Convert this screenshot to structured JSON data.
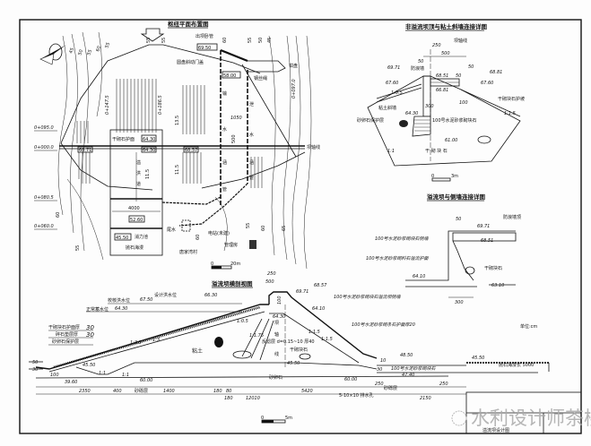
{
  "plan": {
    "title": "枢纽平面布置图",
    "labels": {
      "outlet_pipe": "出坝卧管",
      "gate": "圆盘斜动门盖",
      "wire": "钢丝绳",
      "pulley": "钳盘",
      "dry_rock": "干砌石护面",
      "spillway_a": "溢",
      "spillway_b": "洪",
      "spillway_c": "道",
      "pipe_a": "输",
      "pipe_b": "水",
      "pipe_c": "涵",
      "pipe_d": "管",
      "pipe_e": "泄",
      "pipe_f": "水",
      "pipe_g": "涵",
      "pipe_h": "管",
      "stilling": "消力池",
      "riprap": "抛石海漫",
      "outlet": "尾水",
      "power": "电站(未建)",
      "mgmt": "管理房",
      "village": "唐家湾村",
      "axis": "坝轴线"
    },
    "elevations": [
      "69.50",
      "58.00",
      "64.30",
      "64.30",
      "68.57",
      "68.71",
      "52.60",
      "45.50"
    ],
    "stations": [
      "0+095.0",
      "0+000.0",
      "0+080.5",
      "0+060.0",
      "0+147.5",
      "0+186.5",
      "0+097.0"
    ],
    "dims": [
      "13.5",
      "11.5",
      "11.5",
      "4000",
      "1050",
      "500"
    ],
    "contours": [
      "45",
      "50",
      "55",
      "60",
      "55",
      "55",
      "55",
      "60",
      "55",
      "50",
      "45",
      "55",
      "60",
      "60",
      "55",
      "60",
      "65"
    ],
    "scale": {
      "zero": "0",
      "max": "20m"
    }
  },
  "detail1": {
    "title": "非溢流坝顶与粘土斜墙连接详图",
    "labels": {
      "axis": "坝轴线",
      "parapet": "防浪墙",
      "dry_slope": "干砌块石护坡",
      "sand_layer": "砂卵石保护层",
      "clay": "粘土斜墙",
      "mortar": "100号水泥砂浆砌块石",
      "dry_stone": "干 砌 块 石"
    },
    "elevations": [
      "69.71",
      "68.51",
      "68.81",
      "67.60",
      "67.60",
      "66.81",
      "64.30",
      "61.00"
    ],
    "dims": [
      "250",
      "500",
      "50",
      "50",
      "50",
      "100",
      "300"
    ],
    "slopes": [
      "1:3.5",
      "1:1.5",
      "1:1"
    ],
    "scale": {
      "zero": "0",
      "max": "3m"
    }
  },
  "detail2": {
    "title": "溢流坝与侧墙连接详图",
    "labels": {
      "parapet": "防浪墙顶",
      "side_wall": "100号水泥砂浆砌块石侧墙",
      "surface": "100号水泥砂浆砌料石溢流护面",
      "dry_stone": "干砌块石"
    },
    "elevations": [
      "69.71",
      "68.51",
      "64.10",
      "63.10"
    ],
    "dims": [
      "50",
      "300"
    ]
  },
  "section": {
    "title": "溢流坝横剖视图",
    "labels": {
      "check_flood": "校核洪水位",
      "design_flood": "设计洪水位",
      "normal": "正常蓄水位",
      "layer1": "干砌块石护面厚",
      "layer1_val": "30",
      "layer2": "碎石垫层厚",
      "layer2_val": "30",
      "layer3": "砂卵石保护层",
      "clay": "粘土",
      "filter": "反滤层 d=0.15~10 厚40",
      "dry_stone": "干砌块石",
      "sand_gravel": "砂卵石",
      "sand_gravel2": "砂砾层",
      "mortar_wall": "100号水泥砂浆砌块石溢流坝侧墙",
      "mortar_face": "100号水泥砂浆砌条石护面厚20",
      "mortar_apron": "100号水泥砂浆砌块石",
      "drain": "5-10×10 排水孔",
      "riprap": "抛石海漫长 5000",
      "axis_a": "坝",
      "axis_b": "轴",
      "axis_c": "线",
      "unit": "单位:cm"
    },
    "elevations": [
      "67.50",
      "66.30",
      "64.30",
      "69.71",
      "68.57",
      "64.10",
      "64.30",
      "45.50",
      "39.60",
      "45.50",
      "60.00",
      "60.00",
      "48.50",
      "47.40",
      "45.50"
    ],
    "dims": [
      "2350",
      "400",
      "1400",
      "180",
      "80",
      "180",
      "12010",
      "5420",
      "250",
      "2150",
      "250",
      "50",
      "30",
      "100",
      "250",
      "500",
      "100",
      "10",
      "30"
    ],
    "slopes": [
      "1:3.5",
      "1:3",
      "1:1",
      "1:1",
      "1:0.5",
      "1:1.75",
      "1:1.5",
      "1:1.5"
    ],
    "scale": {
      "zero": "0",
      "max": "5m"
    }
  },
  "title_block": {
    "drawing_name": "溢流坝设计图"
  },
  "watermark": "水利设计师茶楼"
}
